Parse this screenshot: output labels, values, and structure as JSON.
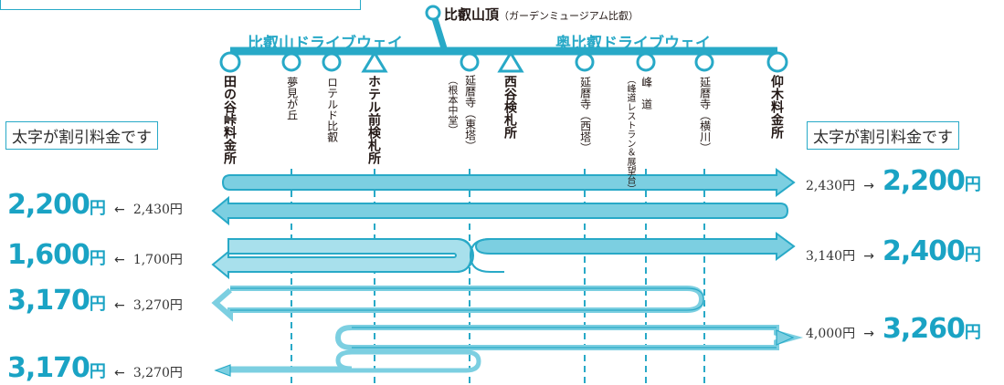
{
  "summit": {
    "name": "比叡山頂",
    "sub": "（ガーデンミュージアム比叡）"
  },
  "lines": {
    "left": "比叡山ドライブウェイ",
    "right": "奥比叡ドライブウェイ"
  },
  "notice": "太字が割引料金です",
  "stations": [
    {
      "name": "田の谷峠料金所",
      "bold": true
    },
    {
      "name": "夢見が丘",
      "bold": false
    },
    {
      "name": "ロテルド比叡",
      "bold": false
    },
    {
      "name": "ホテル前検札所",
      "bold": true
    },
    {
      "name": "延暦寺（東塔）",
      "sub": "（根本中堂）",
      "bold": false
    },
    {
      "name": "西谷検札所",
      "bold": true
    },
    {
      "name": "延暦寺（西塔）",
      "bold": false
    },
    {
      "name": "峰　道",
      "sub": "（峰道レストラン＆展望台）",
      "bold": false
    },
    {
      "name": "延暦寺（横川）",
      "bold": false
    },
    {
      "name": "仰木料金所",
      "bold": true
    }
  ],
  "fares": {
    "right": [
      {
        "regular": "2,430円",
        "arrow": "→",
        "discount": "2,200",
        "unit": "円"
      },
      {
        "regular": "3,140円",
        "arrow": "→",
        "discount": "2,400",
        "unit": "円"
      },
      {
        "regular": "4,000円",
        "arrow": "→",
        "discount": "3,260",
        "unit": "円"
      }
    ],
    "left": [
      {
        "discount": "2,200",
        "unit": "円",
        "arrow": "←",
        "regular": "2,430円"
      },
      {
        "discount": "1,600",
        "unit": "円",
        "arrow": "←",
        "regular": "1,700円"
      },
      {
        "discount": "3,170",
        "unit": "円",
        "arrow": "←",
        "regular": "3,270円"
      },
      {
        "discount": "3,170",
        "unit": "円",
        "arrow": "←",
        "regular": "3,270円"
      }
    ]
  },
  "colors": {
    "accent": "#28a9c7",
    "fill": "#7ccfe1",
    "fillLight": "#a8e0ec",
    "text": "#231815"
  }
}
